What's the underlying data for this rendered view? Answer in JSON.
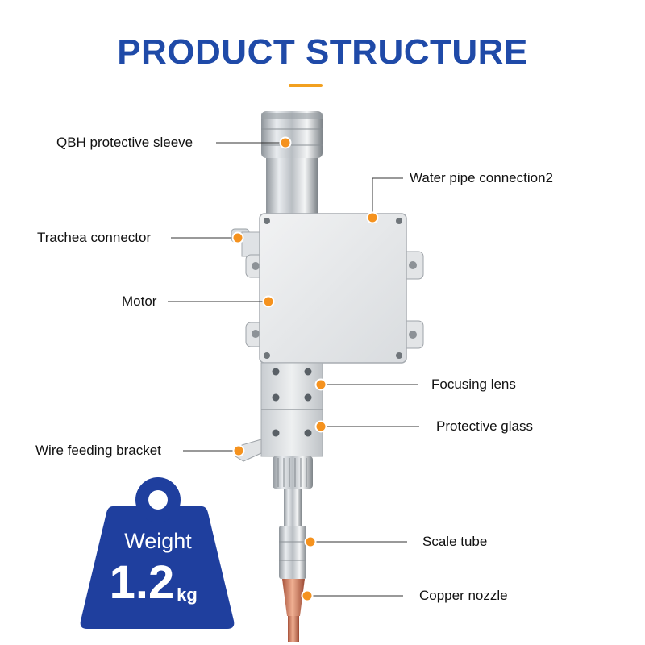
{
  "title": "PRODUCT STRUCTURE",
  "colors": {
    "title": "#1f4aa8",
    "accent": "#f2a01f",
    "dot": "#f5921e",
    "badge": "#1f3f9e"
  },
  "callouts": {
    "qbh": "QBH protective sleeve",
    "water": "Water pipe connection2",
    "trachea": "Trachea connector",
    "motor": "Motor",
    "focusing": "Focusing lens",
    "protective": "Protective glass",
    "wire": "Wire feeding bracket",
    "scale": "Scale tube",
    "copper": "Copper nozzle"
  },
  "weight": {
    "label": "Weight",
    "value": "1.2",
    "unit": "kg"
  }
}
